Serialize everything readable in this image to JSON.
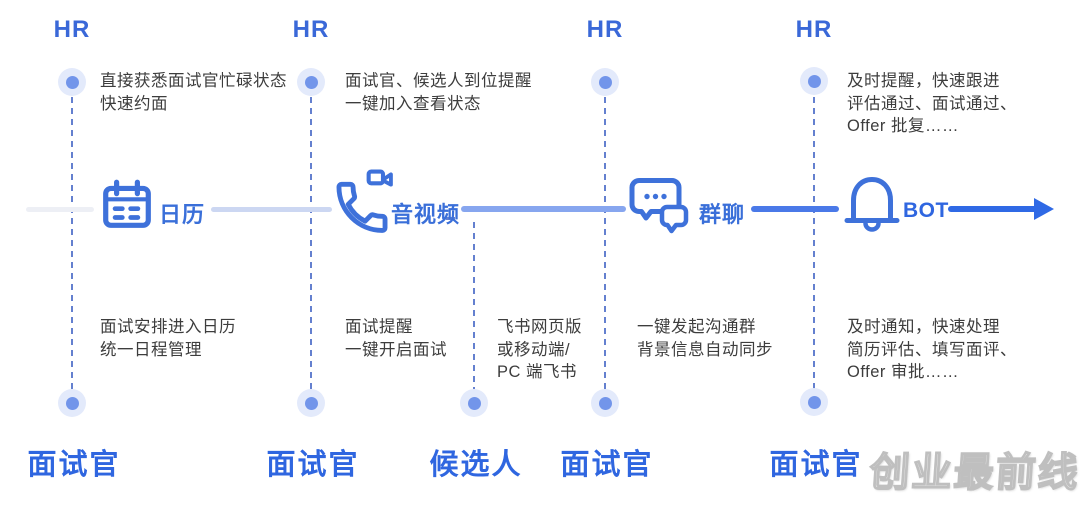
{
  "watermark": {
    "text": "创业最前线"
  },
  "colors": {
    "accent_blue": "#2f66e0",
    "hr_blue": "#3a68d8",
    "icon_stroke": "#3e71da",
    "body_text": "#3d3d3d",
    "dashed_line": "#6480cf",
    "dot_inner": "#7295ea",
    "dot_halo": "#e3eafb",
    "segment_lightest": "#edeff5",
    "segment_periwinkle": "#ccd7f2",
    "segment_medium": "#87a6ef",
    "segment_strong": "#4a79e8",
    "arrow": "#2f69e5"
  },
  "lanes": [
    {
      "actor_top": "HR",
      "actor_bottom": "面试官",
      "top_lines": [
        "直接获悉面试官忙碌状态",
        "快速约面"
      ],
      "bottom_lines": [
        "面试安排进入日历",
        "统一日程管理"
      ]
    },
    {
      "actor_top": "HR",
      "actor_bottom": "面试官",
      "top_lines": [
        "面试官、候选人到位提醒",
        "一键加入查看状态"
      ],
      "bottom_lines": [
        "面试提醒",
        "一键开启面试"
      ]
    },
    {
      "actor_bottom": "候选人",
      "top_lines": [],
      "bottom_lines": [
        "飞书网页版",
        "或移动端/",
        "PC 端飞书"
      ]
    },
    {
      "actor_top": "HR",
      "actor_bottom": "面试官",
      "top_lines": [],
      "bottom_lines": [
        "一键发起沟通群",
        "背景信息自动同步"
      ]
    },
    {
      "actor_top": "HR",
      "actor_bottom": "面试官",
      "top_lines": [
        "及时提醒，快速跟进",
        "评估通过、面试通过、",
        "Offer 批复……"
      ],
      "bottom_lines": [
        "及时通知，快速处理",
        "简历评估、填写面评、",
        "Offer 审批……"
      ]
    }
  ],
  "timeline": {
    "nodes": [
      {
        "icon": "calendar-icon",
        "label": "日历"
      },
      {
        "icon": "phone-video-icon",
        "label": "音视频"
      },
      {
        "icon": "chat-bubbles-icon",
        "label": "群聊"
      },
      {
        "icon": "bell-icon",
        "label": "BOT"
      }
    ]
  }
}
